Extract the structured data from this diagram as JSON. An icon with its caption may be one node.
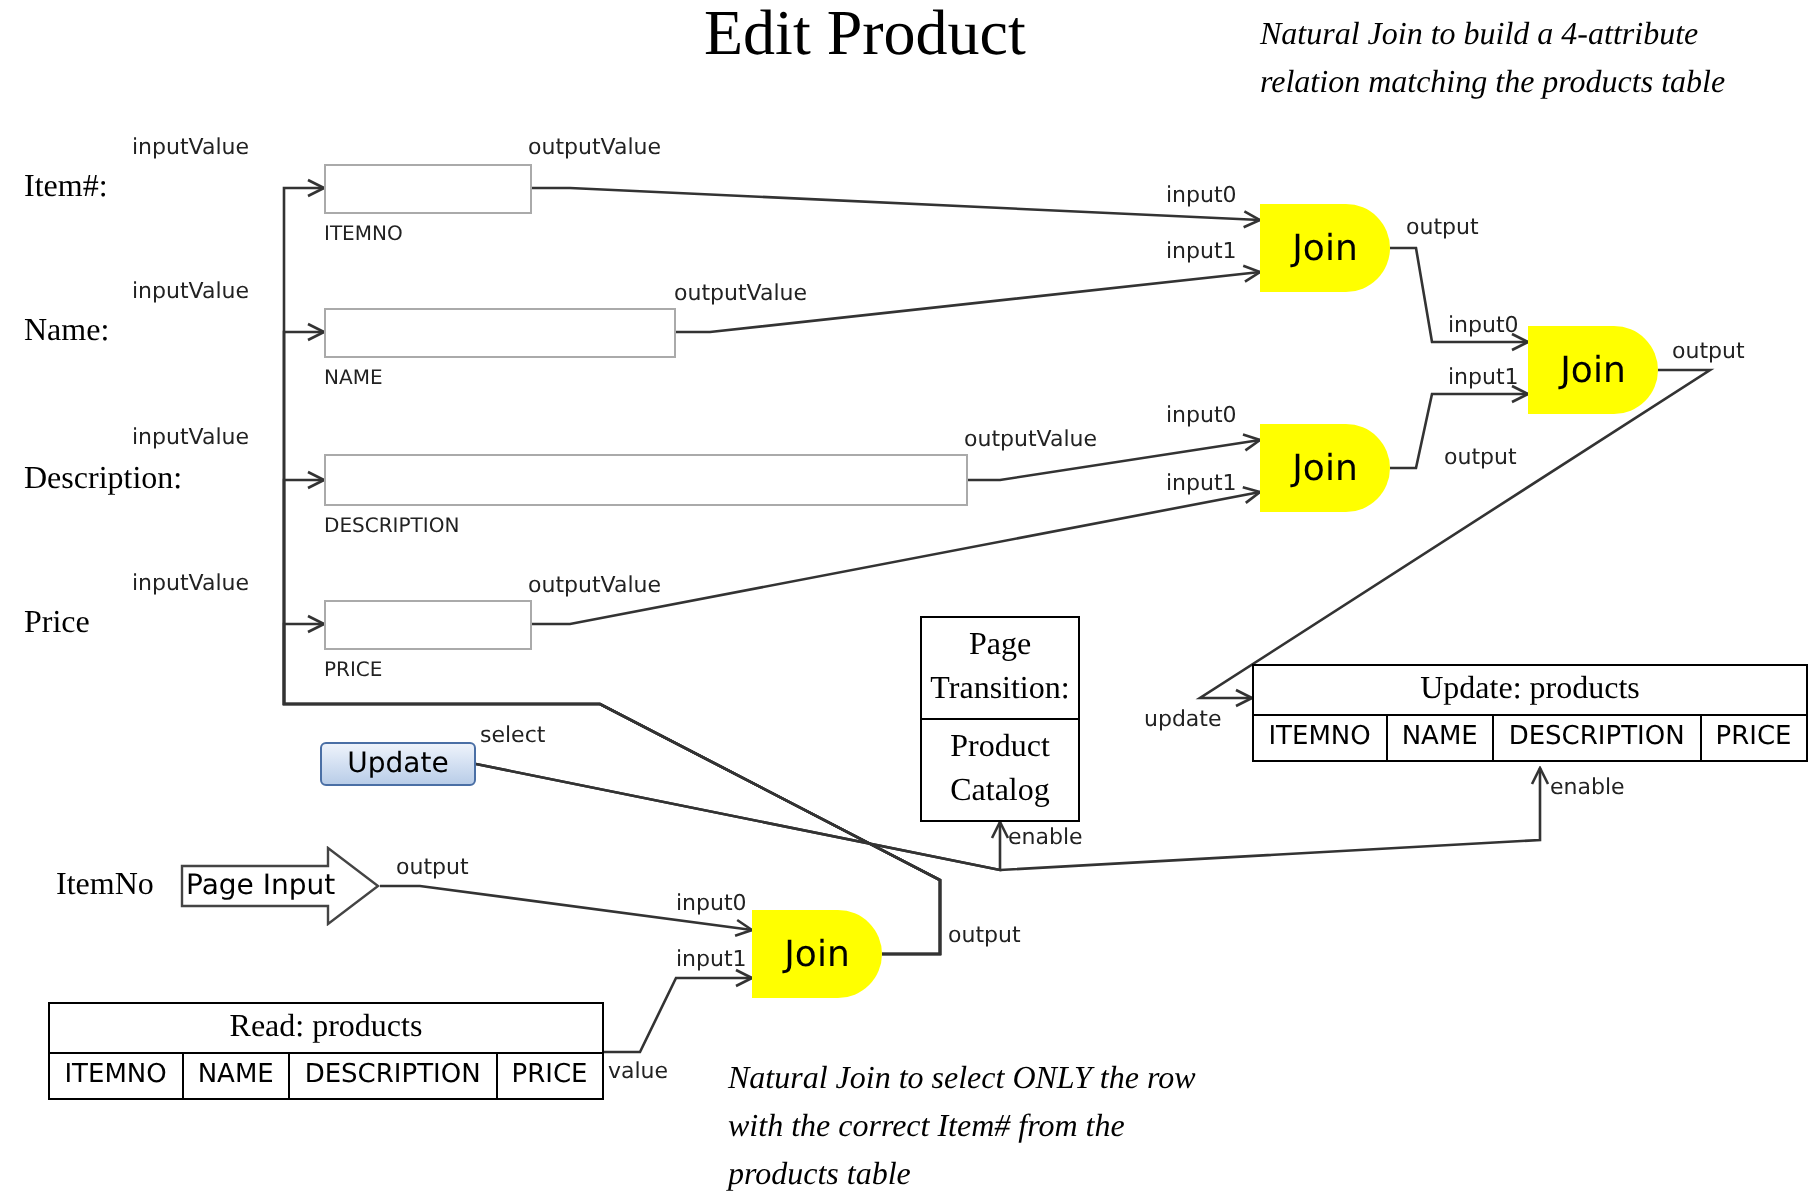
{
  "diagram": {
    "title": "Edit Product",
    "nodes": [
      {
        "text": [
          "ITEMNO"
        ]
      },
      {
        "text": [
          "NAME"
        ]
      },
      {
        "text": [
          "DESCRIPTION"
        ]
      },
      {
        "text": [
          "PRICE"
        ]
      },
      {
        "text": [
          "Update"
        ]
      },
      {
        "text": [
          "Page Input"
        ],
        "beside": [
          "ItemNo"
        ]
      },
      {
        "text": [
          "Read: products",
          "ITEMNO",
          "NAME",
          "DESCRIPTION",
          "PRICE"
        ]
      },
      {
        "text": [
          "Join"
        ]
      },
      {
        "text": [
          "Page Transition:",
          "Product Catalog"
        ]
      },
      {
        "text": [
          "Join"
        ]
      },
      {
        "text": [
          "Join"
        ]
      },
      {
        "text": [
          "Join"
        ]
      },
      {
        "text": [
          "Update: products",
          "ITEMNO",
          "NAME",
          "DESCRIPTION",
          "PRICE"
        ]
      }
    ],
    "edges": [
      {
        "from": 7,
        "to": 0,
        "arrow": "to"
      },
      {
        "from": 7,
        "to": 1,
        "arrow": "to"
      },
      {
        "from": 7,
        "to": 2,
        "arrow": "to"
      },
      {
        "from": 7,
        "to": 3,
        "arrow": "to"
      },
      {
        "from": 0,
        "to": 9,
        "arrow": "to"
      },
      {
        "from": 1,
        "to": 9,
        "arrow": "to"
      },
      {
        "from": 2,
        "to": 10,
        "arrow": "to"
      },
      {
        "from": 3,
        "to": 10,
        "arrow": "to"
      },
      {
        "from": 9,
        "to": 11,
        "arrow": "to"
      },
      {
        "from": 10,
        "to": 11,
        "arrow": "to"
      },
      {
        "from": 11,
        "to": 12,
        "arrow": "to"
      },
      {
        "from": 4,
        "to": 12,
        "arrow": "to"
      },
      {
        "from": 4,
        "to": 8,
        "arrow": "to"
      },
      {
        "from": 5,
        "to": 7,
        "arrow": "to"
      },
      {
        "from": 6,
        "to": 7,
        "arrow": "to"
      }
    ],
    "labels": [
      "Natural Join to build a 4-attribute relation matching the products table",
      "inputValue",
      "outputValue",
      "input0",
      "output",
      "input1",
      "inputValue",
      "outputValue",
      "input0",
      "output",
      "input1",
      "input0",
      "inputValue",
      "outputValue",
      "output",
      "input1",
      "inputValue",
      "outputValue",
      "update",
      "select",
      "enable",
      "enable",
      "output",
      "input0",
      "output",
      "input1",
      "value",
      "Natural Join to select ONLY the row with the correct Item# from the products table",
      "Item#:",
      "Name:",
      "Description:",
      "Price"
    ]
  }
}
